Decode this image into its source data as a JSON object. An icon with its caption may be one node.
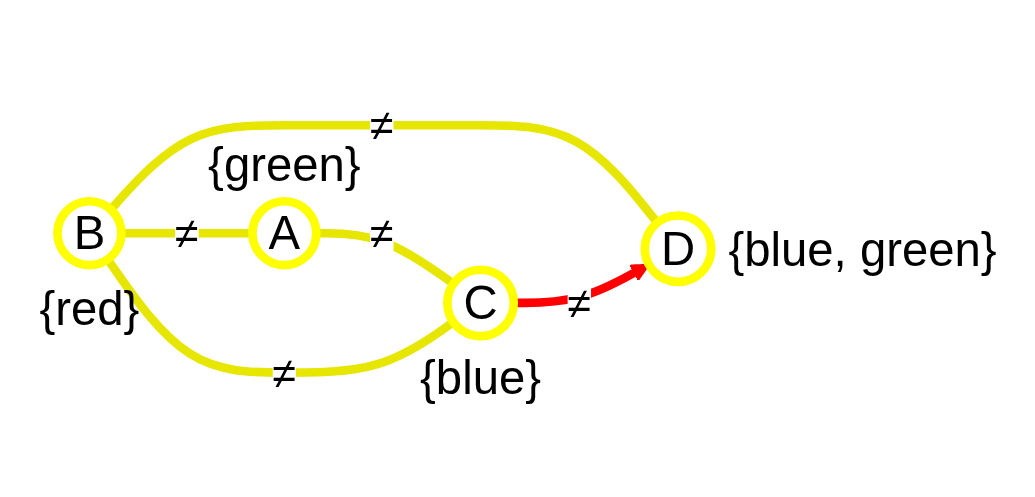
{
  "diagram": {
    "nodes": [
      {
        "text": [
          "A"
        ],
        "beside": [
          "{green}"
        ]
      },
      {
        "text": [
          "B"
        ],
        "beside": [
          "{red}"
        ]
      },
      {
        "text": [
          "D"
        ],
        "beside": [
          "{blue, green}"
        ]
      },
      {
        "text": [
          "C"
        ],
        "beside": [
          "{blue}"
        ]
      }
    ],
    "edges": [
      {
        "from": 1,
        "to": 0,
        "arrow": "none",
        "label": "≠"
      },
      {
        "from": 0,
        "to": 3,
        "arrow": "none",
        "label": "≠"
      },
      {
        "from": 1,
        "to": 2,
        "arrow": "none",
        "label": "≠"
      },
      {
        "from": 1,
        "to": 3,
        "arrow": "none",
        "label": "≠"
      },
      {
        "from": 3,
        "to": 2,
        "arrow": "to",
        "label": "≠",
        "color": "#ff0000"
      }
    ]
  }
}
